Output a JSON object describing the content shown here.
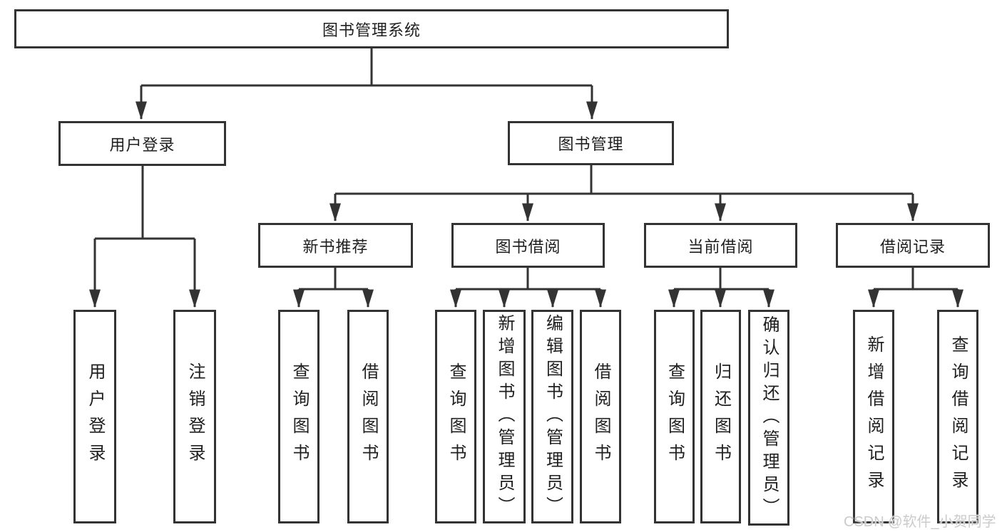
{
  "title": "图书管理系统",
  "branches": {
    "user_login": {
      "label": "用户登录",
      "children": [
        {
          "label": "用户登录"
        },
        {
          "label": "注销登录"
        }
      ]
    },
    "book_mgmt": {
      "label": "图书管理",
      "children": [
        {
          "label": "新书推荐",
          "children": [
            {
              "label": "查询图书"
            },
            {
              "label": "借阅图书"
            }
          ]
        },
        {
          "label": "图书借阅",
          "children": [
            {
              "label": "查询图书"
            },
            {
              "label": "新增图书（管理员）"
            },
            {
              "label": "编辑图书（管理员）"
            },
            {
              "label": "借阅图书"
            }
          ]
        },
        {
          "label": "当前借阅",
          "children": [
            {
              "label": "查询图书"
            },
            {
              "label": "归还图书"
            },
            {
              "label": "确认归还（管理员）"
            }
          ]
        },
        {
          "label": "借阅记录",
          "children": [
            {
              "label": "新增借阅记录"
            },
            {
              "label": "查询借阅记录"
            }
          ]
        }
      ]
    }
  },
  "watermark": "CSDN @软件_小贺同学",
  "colors": {
    "line": "#333333",
    "text": "#1f1f1f",
    "watermark": "#cbcbcb",
    "background": "#ffffff"
  }
}
